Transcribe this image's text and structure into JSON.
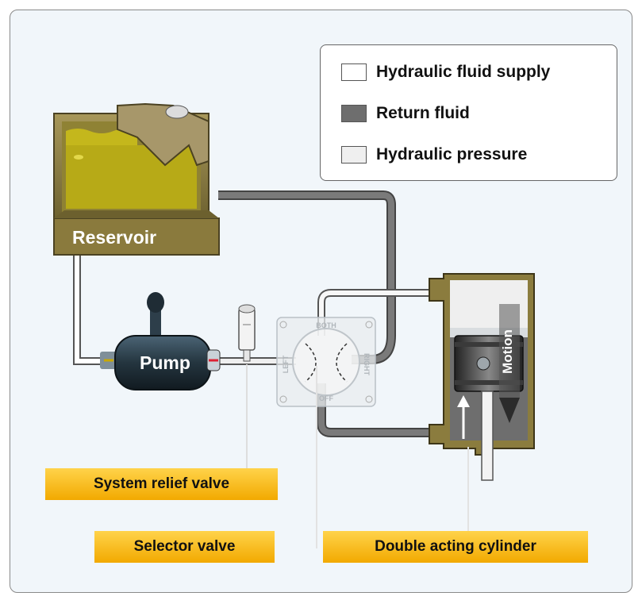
{
  "legend": {
    "items": [
      {
        "label": "Hydraulic fluid supply",
        "color": "#ffffff"
      },
      {
        "label": "Return fluid",
        "color": "#6e6e6e"
      },
      {
        "label": "Hydraulic pressure",
        "color": "#efefef"
      }
    ]
  },
  "components": {
    "reservoir": "Reservoir",
    "pump": "Pump",
    "motion": "Motion",
    "selector_dial": {
      "top": "BOTH",
      "left": "LEFT",
      "right": "RIGHT",
      "bottom": "OFF"
    }
  },
  "callouts": {
    "relief_valve": "System relief valve",
    "selector_valve": "Selector valve",
    "cylinder": "Double acting cylinder"
  },
  "colors": {
    "fluid": "#bcae17",
    "reservoir_frame": "#8b7c3e",
    "pump_body": "#2a3d4a",
    "callout": "#f4b400",
    "return_line": "#6e6e6e"
  }
}
